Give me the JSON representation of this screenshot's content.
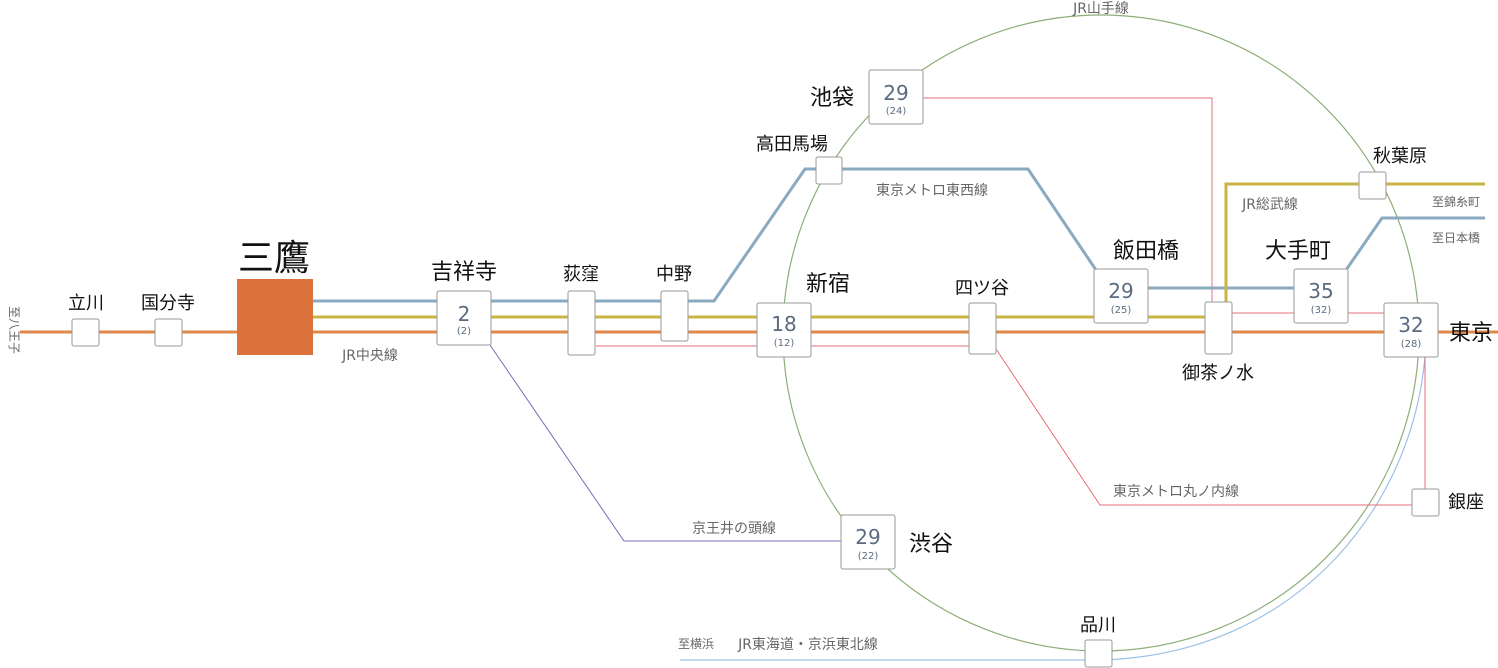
{
  "lines": {
    "chuo": "JR中央線",
    "yamanote": "JR山手線",
    "tozai": "東京メトロ東西線",
    "sobu": "JR総武線",
    "marunouchi": "東京メトロ丸ノ内線",
    "inokashira": "京王井の頭線",
    "tokaido": "JR東海道・京浜東北線"
  },
  "directions": {
    "hachioji": "至八王子",
    "kinshicho": "至錦糸町",
    "nihonbashi": "至日本橋",
    "yokohama": "至横浜"
  },
  "stations": {
    "tachikawa": "立川",
    "kokubunji": "国分寺",
    "mitaka": "三鷹",
    "kichijoji": "吉祥寺",
    "ogikubo": "荻窪",
    "nakano": "中野",
    "takadanobaba": "高田馬場",
    "ikebukuro": "池袋",
    "shinjuku": "新宿",
    "yotsuya": "四ツ谷",
    "iidabashi": "飯田橋",
    "ochanomizu": "御茶ノ水",
    "otemachi": "大手町",
    "akihabara": "秋葉原",
    "tokyo": "東京",
    "ginza": "銀座",
    "shibuya": "渋谷",
    "shinagawa": "品川"
  },
  "times": {
    "kichijoji": {
      "main": "2",
      "sub": "(2)"
    },
    "ikebukuro": {
      "main": "29",
      "sub": "(24)"
    },
    "shinjuku": {
      "main": "18",
      "sub": "(12)"
    },
    "iidabashi": {
      "main": "29",
      "sub": "(25)"
    },
    "otemachi": {
      "main": "35",
      "sub": "(32)"
    },
    "tokyo": {
      "main": "32",
      "sub": "(28)"
    },
    "shibuya": {
      "main": "29",
      "sub": "(22)"
    }
  },
  "colors": {
    "chuo": "#e0874a",
    "sobu": "#c8b445",
    "tozai": "#8aaac0",
    "marunouchi": "#e0707a",
    "yamanote": "#8cae78",
    "inokashira": "#7070b8",
    "tokaido": "#9cc0e8",
    "mitaka_fill": "#dc733a"
  }
}
